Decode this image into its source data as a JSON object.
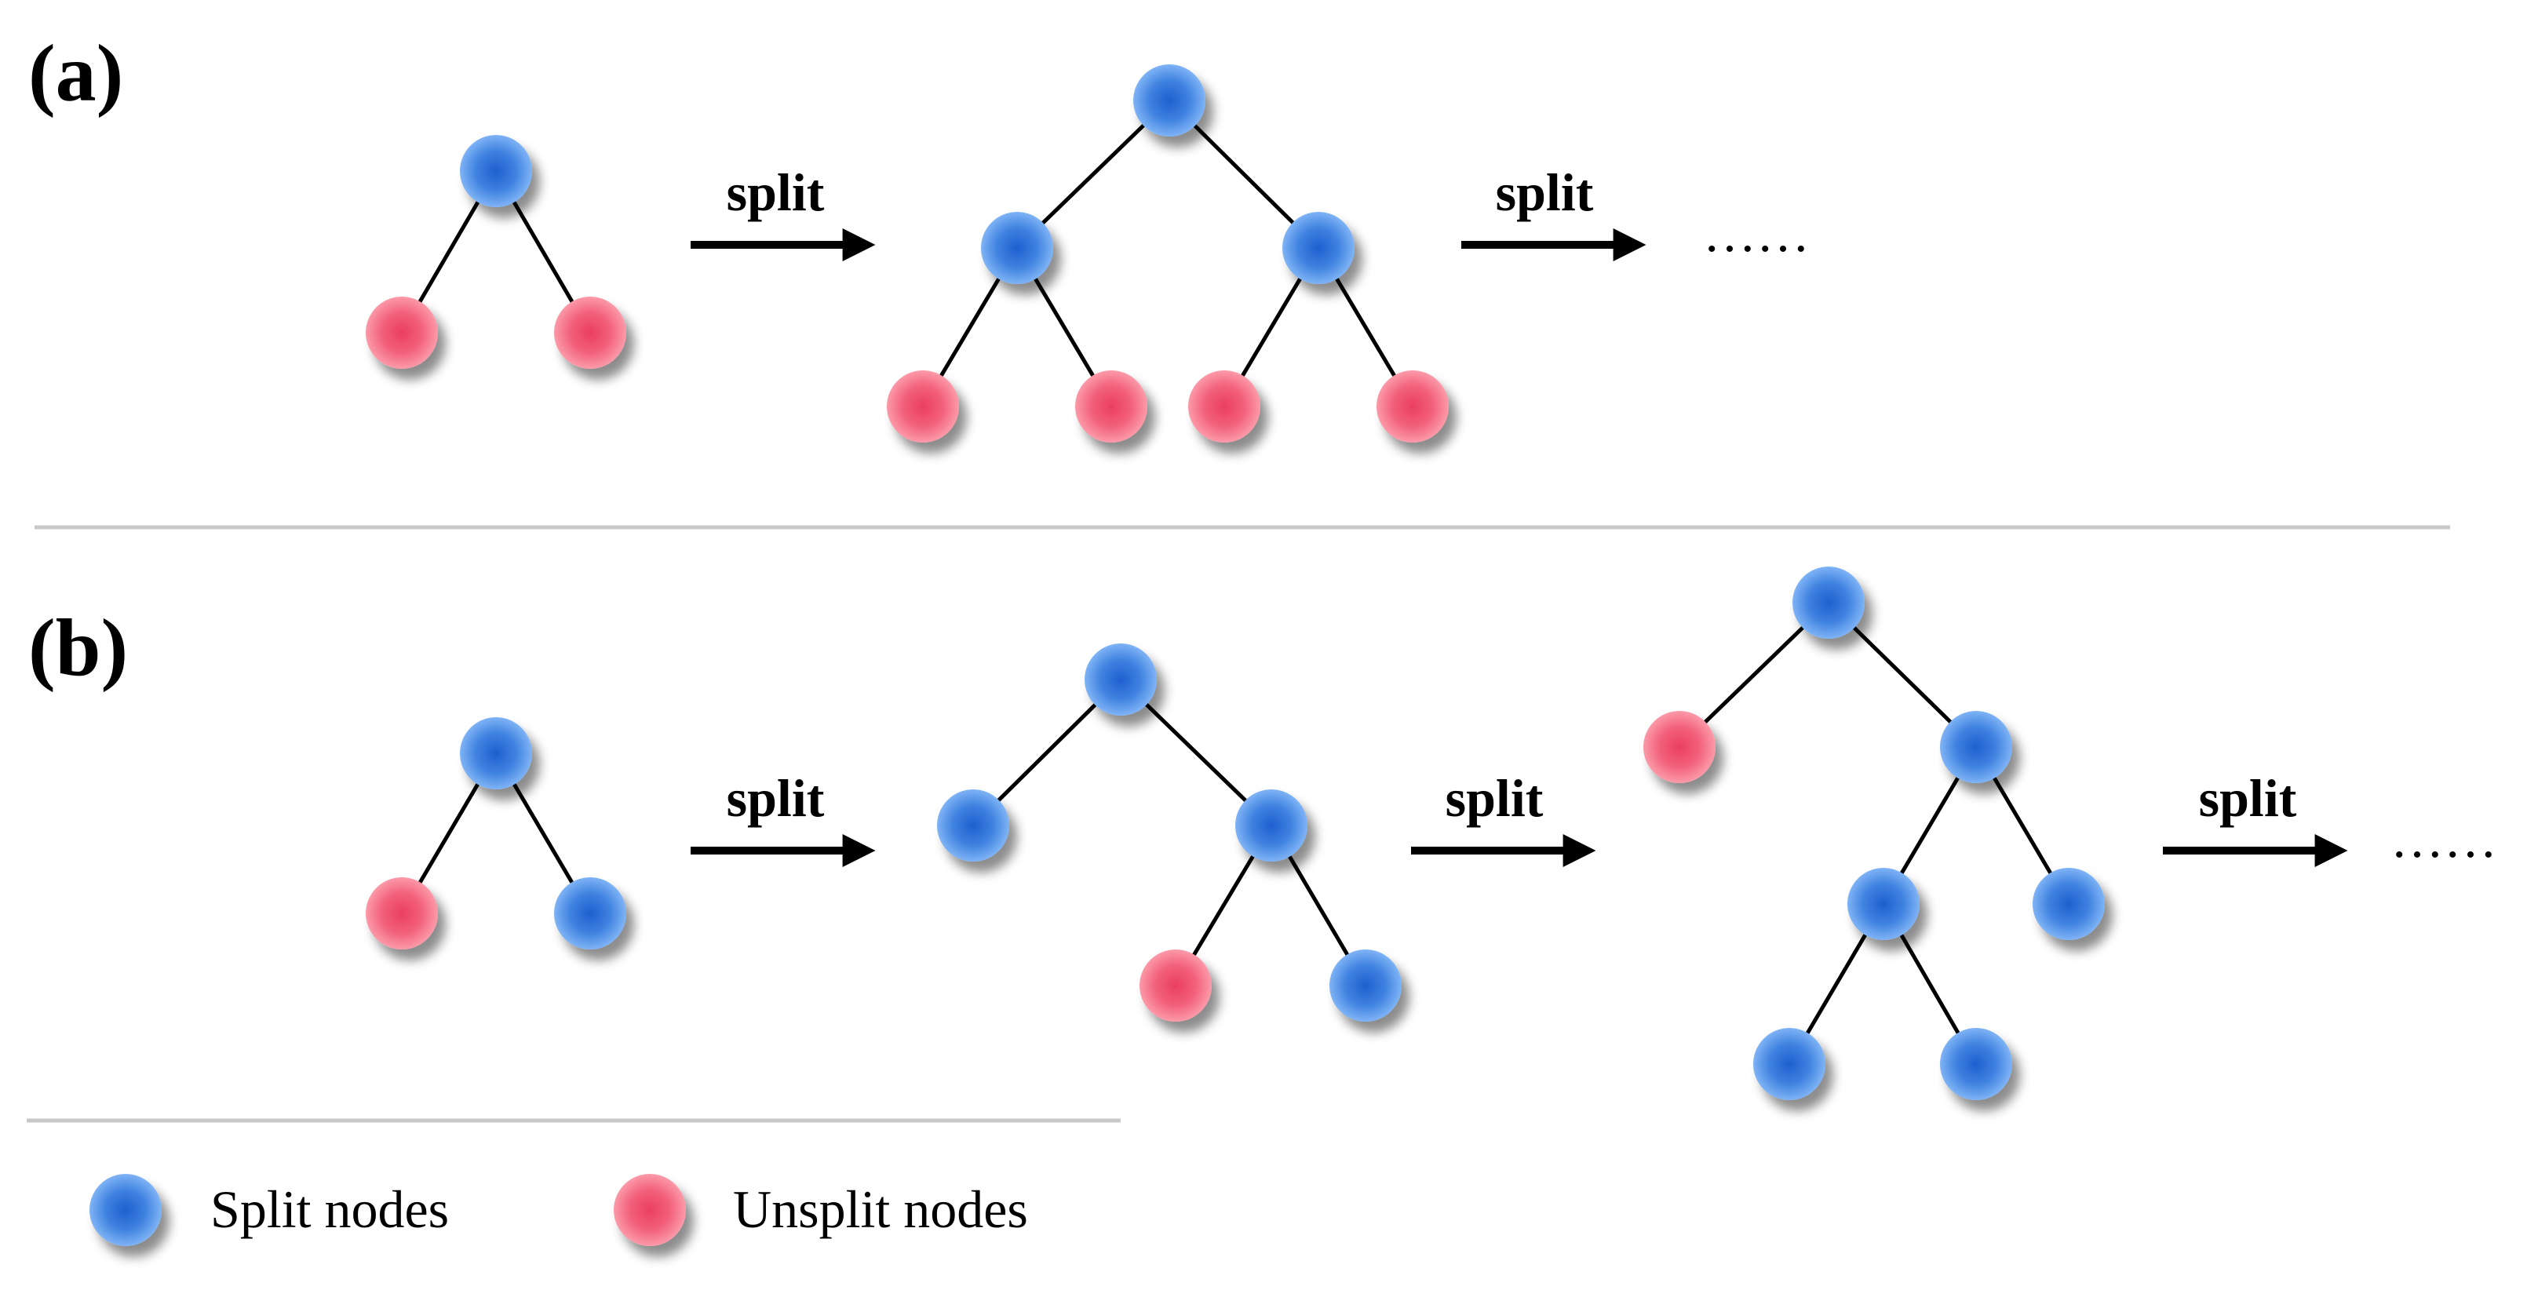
{
  "panels": {
    "a": {
      "label": "(a)"
    },
    "b": {
      "label": "(b)"
    }
  },
  "split_label": "split",
  "ellipsis": "……",
  "legend": {
    "split_nodes": "Split nodes",
    "unsplit_nodes": "Unsplit nodes"
  },
  "colors": {
    "split_node": "#4f8fe6",
    "unsplit_node": "#f2607a",
    "edge": "#000000",
    "divider": "#c8c8c8"
  }
}
